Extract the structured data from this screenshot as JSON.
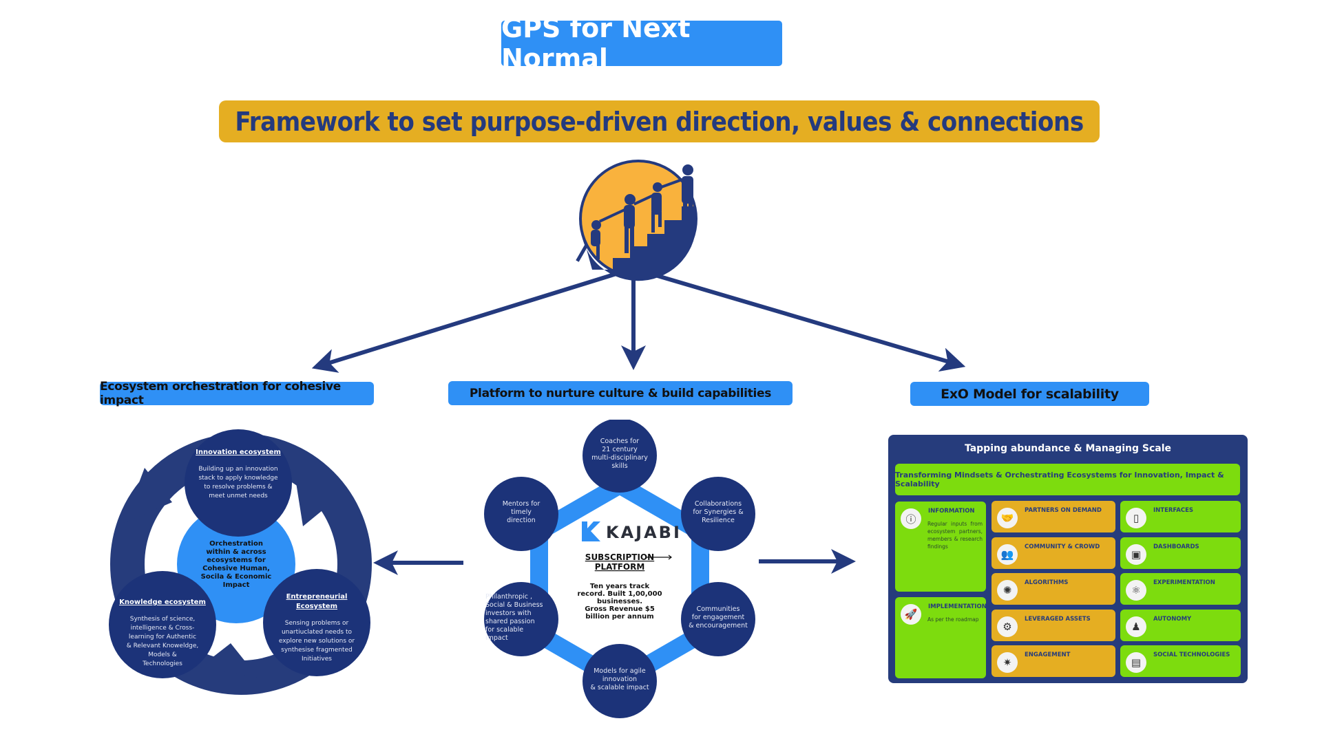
{
  "header": {
    "title": "GPS for Next Normal",
    "banner": "Framework to set purpose-driven direction, values & connections"
  },
  "logo": {
    "icon": "people-climbing-stairs-logo"
  },
  "sections": {
    "left": {
      "label": "Ecosystem orchestration for cohesive impact"
    },
    "center": {
      "label": "Platform to nurture culture & build capabilities"
    },
    "right": {
      "label": "ExO Model for scalability"
    }
  },
  "ecosystem_cycle": {
    "center": [
      "Orchestration",
      "within & across",
      "ecosystems for",
      "Cohesive Human,",
      "Socila & Economic",
      "Impact"
    ],
    "nodes": [
      {
        "title": [
          "Innovation ecosystem"
        ],
        "desc": [
          "Building up an innovation",
          "stack to apply knowledge",
          "to resolve problems &",
          "meet unmet needs"
        ]
      },
      {
        "title": [
          "Entrepreneurial",
          "Ecosystem"
        ],
        "desc": [
          "Sensing problems or",
          "unartiuclated needs to",
          "explore new solutions or",
          "synthesise fragmented",
          "Initiatives"
        ]
      },
      {
        "title": [
          "Knowledge ecosystem"
        ],
        "desc": [
          "Synthesis of science,",
          "intelligence & Cross-",
          "learning for Authentic",
          "& Relevant Knoweldge,",
          "Models  &",
          "Technologies"
        ]
      }
    ]
  },
  "platform_hex": {
    "brand": "KAJABI",
    "subtitle": [
      "SUBSCRIPTION",
      "PLATFORM"
    ],
    "stats": [
      "Ten years track",
      "record. Built 1,00,000",
      "businesses.",
      "Gross Revenue $5",
      "billion per annum"
    ],
    "nodes": [
      {
        "text": [
          "Coaches for",
          "21 century",
          "multi-disciplinary",
          "skills"
        ]
      },
      {
        "text": [
          "Collaborations",
          "for Synergies &",
          "Resilience"
        ]
      },
      {
        "text": [
          "Communities",
          "for engagement",
          "& encouragement"
        ]
      },
      {
        "text": [
          "Models for agile",
          "innovation",
          "& scalable impact"
        ]
      },
      {
        "text": [
          "Philanthropic ,",
          "Social & Business",
          "investors with",
          "shared passion",
          "for scalable",
          "impact"
        ]
      },
      {
        "text": [
          "Mentors for",
          "timely",
          "direction"
        ]
      }
    ]
  },
  "exo_panel": {
    "title": "Tapping abundance & Managing Scale",
    "subtitle": "Transforming Mindsets & Orchestrating Ecosystems for Innovation, Impact & Scalability",
    "left": [
      {
        "label": "INFORMATION",
        "desc": "Regular inputs from ecosystem partners, members & research findings",
        "icon": "info-icon"
      },
      {
        "label": "IMPLEMENTATION",
        "desc": "As per the roadmap",
        "icon": "rocket-icon"
      }
    ],
    "middle": [
      {
        "label": "PARTNERS ON DEMAND",
        "icon": "handshake-icon"
      },
      {
        "label": "COMMUNITY & CROWD",
        "icon": "people-icon"
      },
      {
        "label": "ALGORITHMS",
        "icon": "network-icon"
      },
      {
        "label": "LEVERAGED ASSETS",
        "icon": "assets-hand-icon"
      },
      {
        "label": "ENGAGEMENT",
        "icon": "engagement-hub-icon"
      }
    ],
    "right": [
      {
        "label": "INTERFACES",
        "icon": "touch-screen-icon"
      },
      {
        "label": "DASHBOARDS",
        "icon": "monitor-chart-icon"
      },
      {
        "label": "EXPERIMENTATION",
        "icon": "brain-gear-icon"
      },
      {
        "label": "AUTONOMY",
        "icon": "team-icon"
      },
      {
        "label": "SOCIAL TECHNOLOGIES",
        "icon": "chat-screens-icon"
      }
    ]
  },
  "colors": {
    "navy": "#1c3379",
    "blue": "#2f90f5",
    "gold": "#e5ae22",
    "green": "#7ddc0e",
    "sun": "#f9b23d"
  }
}
